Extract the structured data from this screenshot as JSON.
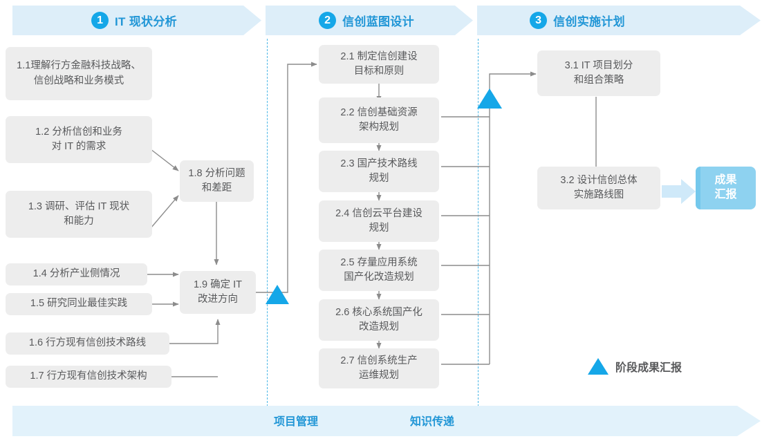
{
  "phases": [
    {
      "num": "1",
      "label": "IT 现状分析"
    },
    {
      "num": "2",
      "label": "信创蓝图设计"
    },
    {
      "num": "3",
      "label": "信创实施计划"
    }
  ],
  "boxes": {
    "b11": "1.1理解行方金融科技战略、\n信创战略和业务模式",
    "b12": "1.2 分析信创和业务\n对 IT 的需求",
    "b13": "1.3 调研、评估 IT 现状\n和能力",
    "b14": "1.4 分析产业侧情况",
    "b15": "1.5 研究同业最佳实践",
    "b16": "1.6 行方现有信创技术路线",
    "b17": "1.7 行方现有信创技术架构",
    "b18": "1.8 分析问题\n和差距",
    "b19": "1.9 确定 IT\n改进方向",
    "b21": "2.1 制定信创建设\n目标和原则",
    "b22": "2.2 信创基础资源\n架构规划",
    "b23": "2.3 国产技术路线\n规划",
    "b24": "2.4 信创云平台建设\n规划",
    "b25": "2.5 存量应用系统\n国产化改造规划",
    "b26": "2.6 核心系统国产化\n改造规划",
    "b27": "2.7 信创系统生产\n运维规划",
    "b31": "3.1 IT 项目划分\n和组合策略",
    "b32": "3.2 设计信创总体\n实施路线图"
  },
  "result": {
    "label": "成果\n汇报"
  },
  "legend": {
    "label": "阶段成果汇报",
    "marker": "triangle-up"
  },
  "bottom": {
    "left_label": "项目管理",
    "right_label": "知识传递"
  },
  "colors": {
    "accent_blue": "#15a7e8",
    "label_blue": "#2196d6",
    "banner_blue": "#ddeef9",
    "bottom_banner_blue": "#e2f2fb",
    "box_gray": "#ededed",
    "text_gray": "#58595b",
    "result_blue": "#8ed2f0",
    "connector_gray": "#8c8c8c",
    "dash_blue": "#49b6e6"
  }
}
